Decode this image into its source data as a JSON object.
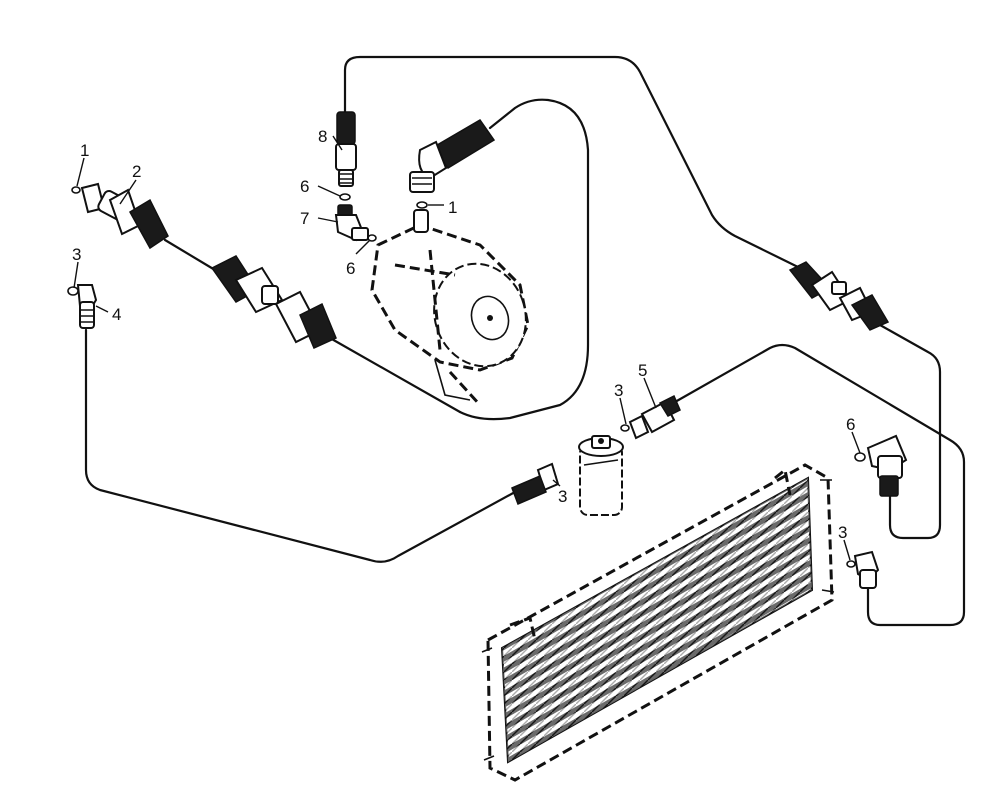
{
  "callouts": {
    "c1": "1",
    "c2": "2",
    "c3": "3",
    "c4": "4",
    "c5": "5",
    "c6": "6",
    "c7": "7",
    "c8": "8"
  },
  "colors": {
    "line": "#111111",
    "background": "#ffffff",
    "hose_sleeve": "#1a1a1a"
  }
}
